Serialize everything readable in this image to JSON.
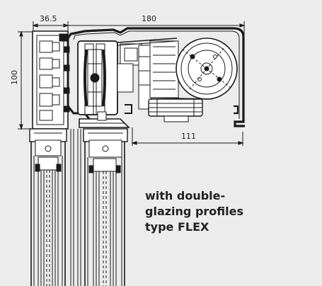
{
  "dimensions": {
    "frame_width": "36.5",
    "overall_width": "180",
    "height": "100",
    "motor_width": "111"
  },
  "caption": "with double-\nglazing profiles\ntype FLEX",
  "colors": {
    "background": "#ececec",
    "line": "#1a1a1a",
    "profile_fill": "#ffffff",
    "dark_fill": "#1a1a1a"
  }
}
